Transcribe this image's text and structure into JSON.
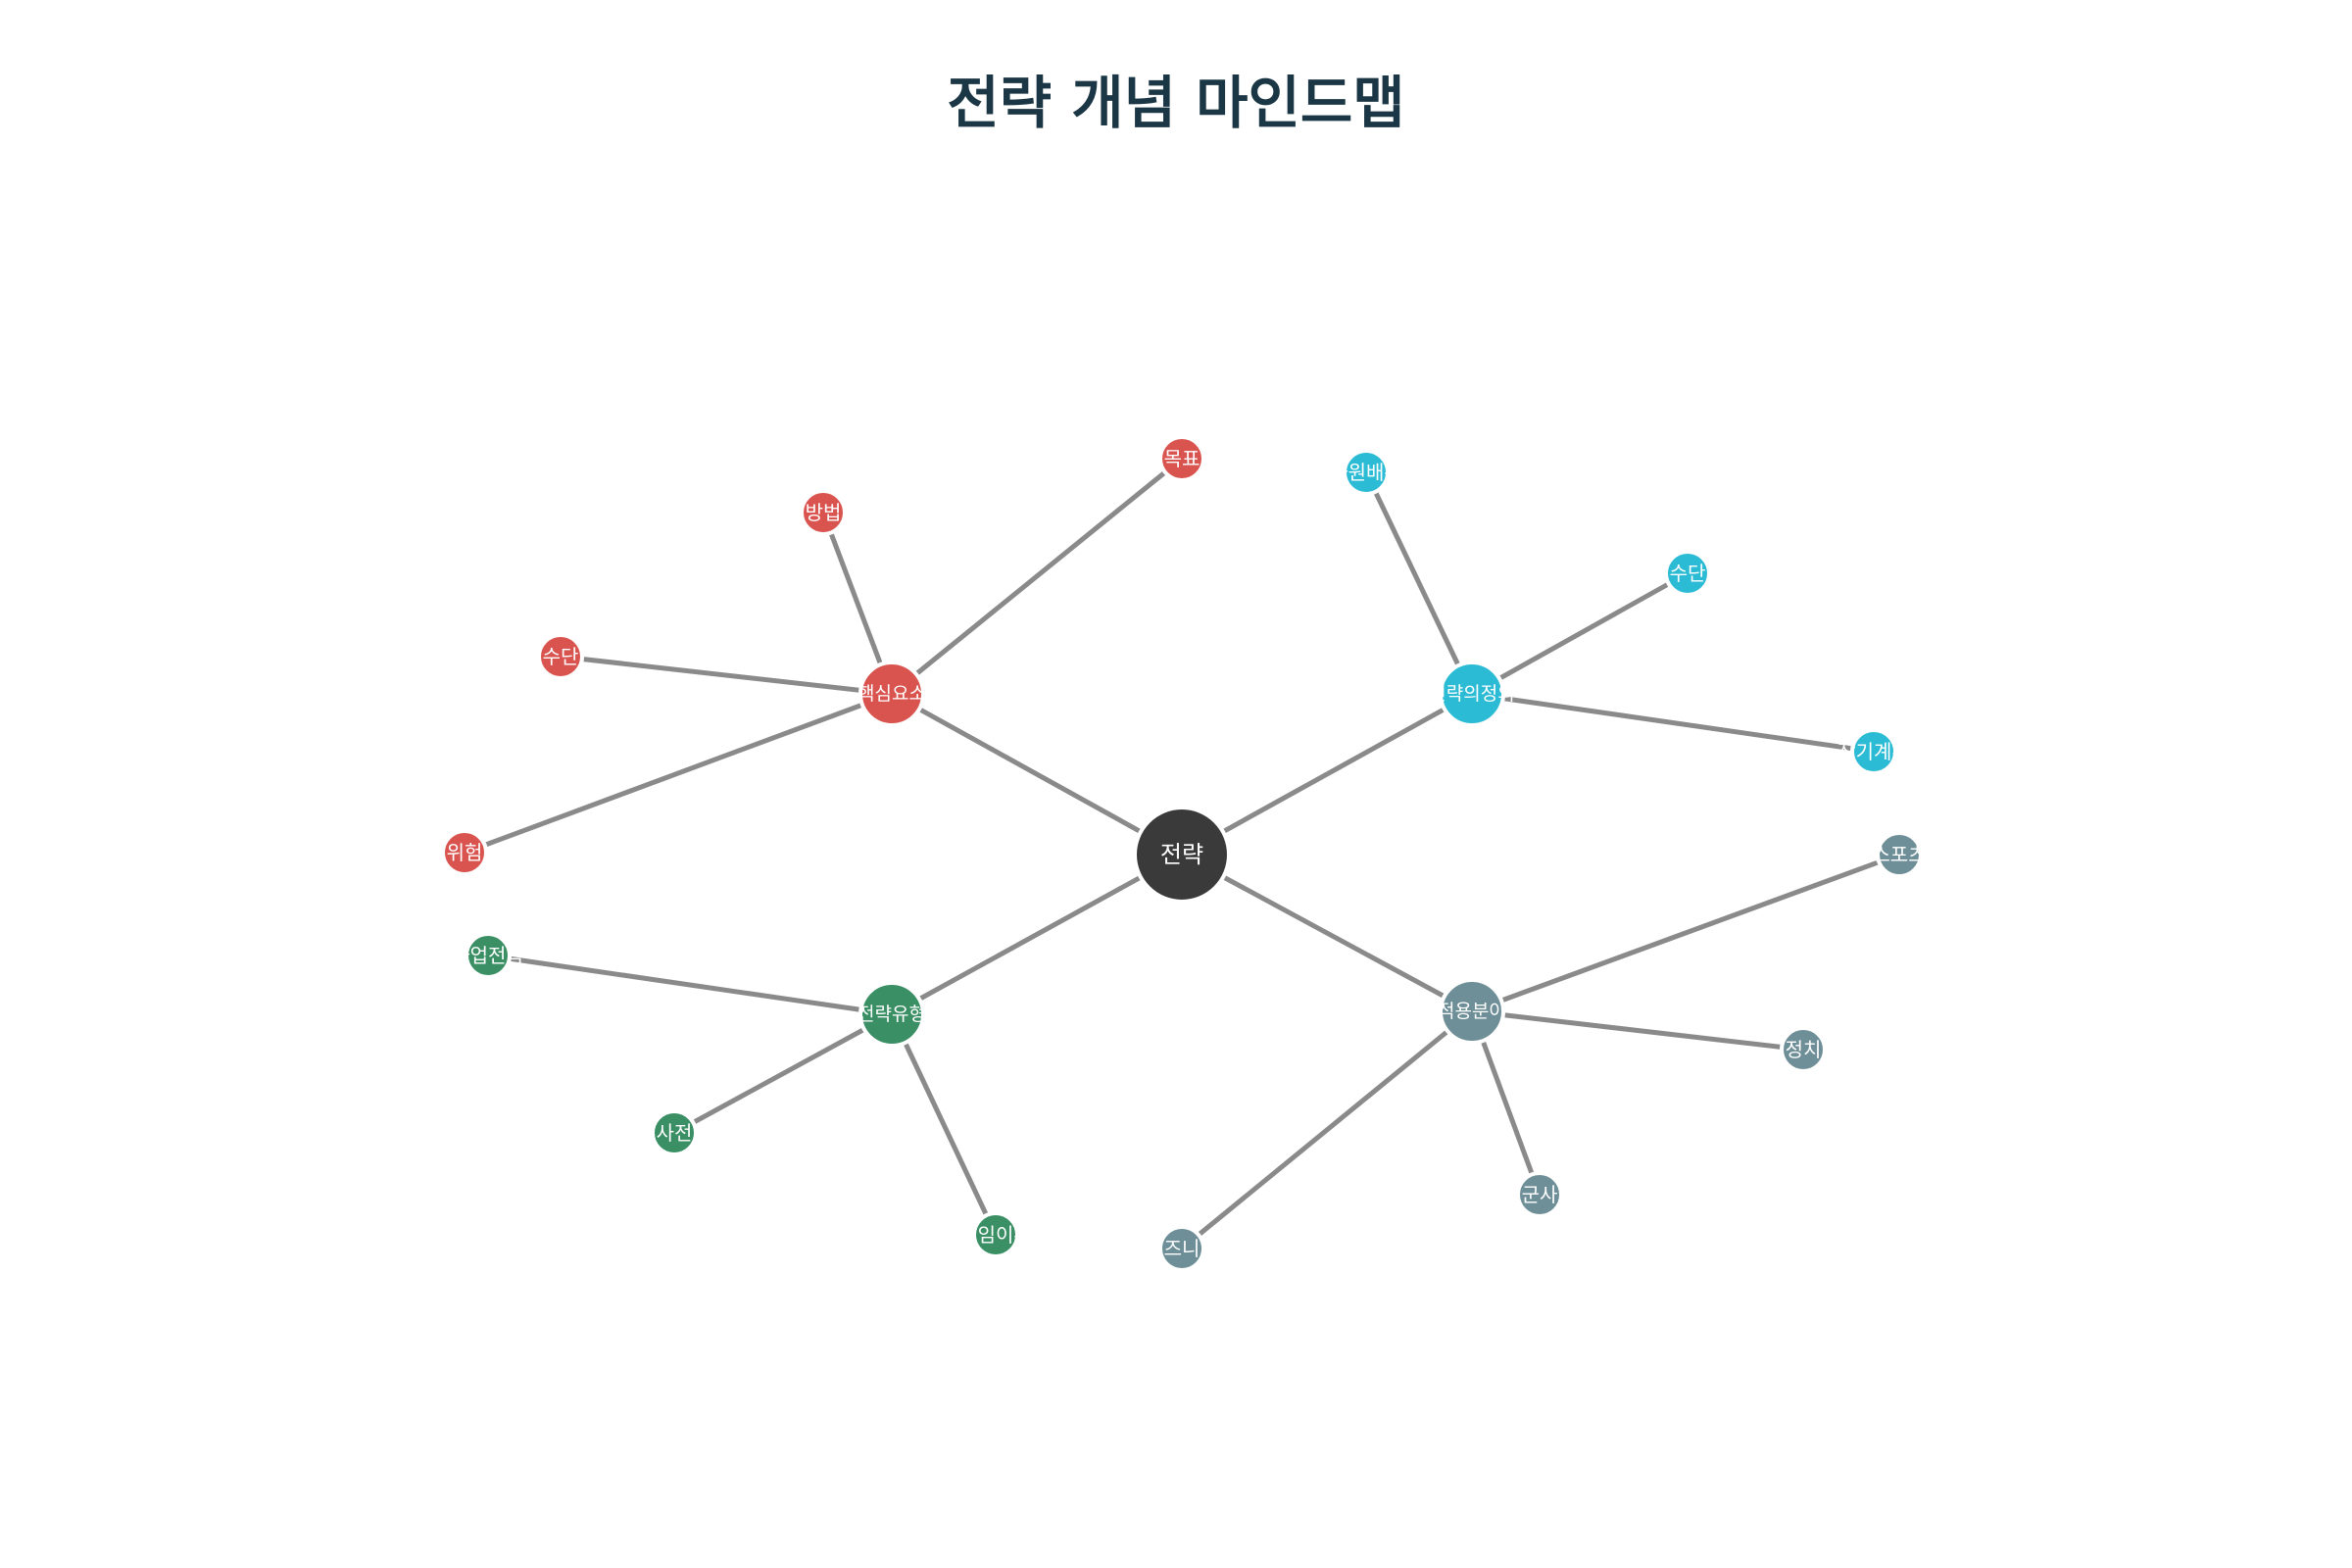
{
  "title": "전략 개념 마인드맵",
  "colors": {
    "root": "#3a3a3a",
    "edge": "#8a8a8a",
    "core": "#d9534f",
    "definition": "#2bbbd4",
    "types": "#3a8f64",
    "fields": "#6f8f98"
  },
  "root": {
    "id": "root",
    "label": "전략"
  },
  "branches": [
    {
      "id": "core",
      "label": "핵심요소",
      "color_key": "core",
      "children": [
        {
          "id": "c1",
          "label": "목표"
        },
        {
          "id": "c2",
          "label": "방법"
        },
        {
          "id": "c3",
          "label": "수단"
        },
        {
          "id": "c4",
          "label": "위험"
        }
      ]
    },
    {
      "id": "definition",
      "label": "전략의정의",
      "color_key": "definition",
      "children": [
        {
          "id": "d1",
          "label": "자원배분"
        },
        {
          "id": "d2",
          "label": "수단"
        },
        {
          "id": "d3",
          "label": "장기계획"
        }
      ]
    },
    {
      "id": "types",
      "label": "전략유형",
      "color_key": "types",
      "children": [
        {
          "id": "t1",
          "label": "사업전략"
        },
        {
          "id": "t2",
          "label": "사전"
        },
        {
          "id": "t3",
          "label": "게임이론"
        }
      ]
    },
    {
      "id": "fields",
      "label": "적용분야",
      "color_key": "fields",
      "children": [
        {
          "id": "f1",
          "label": "스포츠"
        },
        {
          "id": "f2",
          "label": "정치"
        },
        {
          "id": "f3",
          "label": "군사"
        },
        {
          "id": "f4",
          "label": "비즈니스"
        }
      ]
    }
  ]
}
